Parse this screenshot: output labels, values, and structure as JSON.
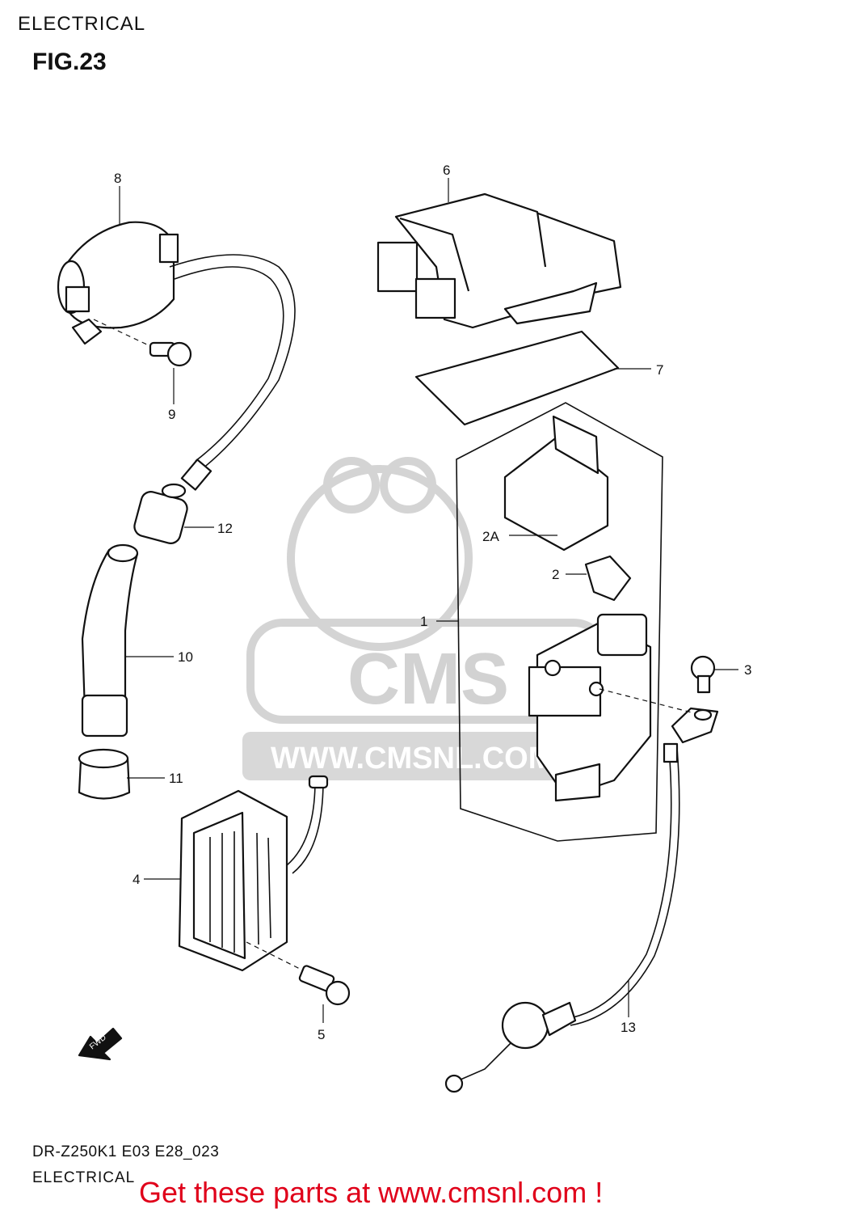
{
  "header": {
    "section_title": "ELECTRICAL",
    "figure_number": "FIG.23"
  },
  "watermark": {
    "logo_text": "CMS",
    "url_text": "WWW.CMSNL.COM"
  },
  "callouts": {
    "c1": "1",
    "c2": "2",
    "c2a": "2A",
    "c3": "3",
    "c4": "4",
    "c5": "5",
    "c6": "6",
    "c7": "7",
    "c8": "8",
    "c9": "9",
    "c10": "10",
    "c11": "11",
    "c12": "12",
    "c13": "13"
  },
  "direction_marker": {
    "label": "FWD"
  },
  "footer": {
    "model_code": "DR-Z250K1 E03 E28_023",
    "section_title": "ELECTRICAL",
    "call_to_action": "Get these parts at www.cmsnl.com !"
  },
  "colors": {
    "line": "#111111",
    "watermark": "#d2d2d2",
    "cta": "#e0001a"
  }
}
